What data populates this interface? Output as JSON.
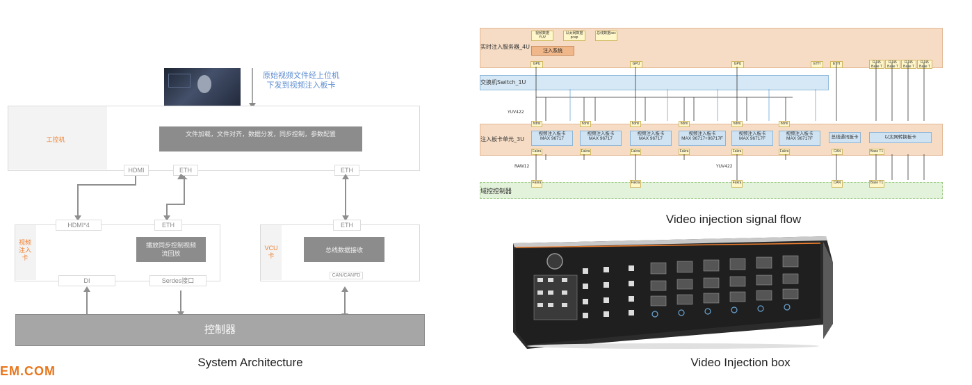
{
  "architecture": {
    "caption": "System Architecture",
    "upload_note": "原始视频文件经上位机下发到视频注入板卡",
    "ipc": {
      "label": "工控机",
      "function": "文件加载，文件对齐，数据分发，同步控制，参数配置",
      "ports": [
        "HDMI",
        "ETH",
        "ETH"
      ]
    },
    "injection_card": {
      "label": "视频注入卡",
      "top_ports": [
        "HDMI*4",
        "ETH"
      ],
      "function": "播放同步控制视频流回放",
      "bottom_ports": [
        "DI",
        "Serdes接口"
      ]
    },
    "vcu_card": {
      "label": "VCU卡",
      "top_port": "ETH",
      "function": "总线数据接收",
      "bottom_port": "CAN/CANFD"
    },
    "controller": "控制器"
  },
  "signal_flow": {
    "caption": "Video injection signal flow",
    "server_label": "实时注入服务器_4U",
    "server_items": [
      "视频数据YUV",
      "以太网数据pcap",
      "总线数据asc"
    ],
    "injection_system": "注入系统",
    "switch_label": "交换机Switch_1U",
    "unit_label": "注入板卡单元_3U",
    "controller_label": "域控控制器",
    "yuv422_top": "YUV422",
    "raw12": "RAW12",
    "yuv422_bottom": "YUV422",
    "gpu": [
      "GPU",
      "GPU",
      "GPU"
    ],
    "eth_ports": [
      "ETH",
      "ETH"
    ],
    "rj45": [
      "RJ45 Base T",
      "RJ45 Base T",
      "RJ45 Base T",
      "RJ45 Base T"
    ],
    "cards": [
      {
        "name": "视频注入板卡",
        "model": "MAX 96717"
      },
      {
        "name": "视频注入板卡",
        "model": "MAX 96717"
      },
      {
        "name": "视频注入板卡",
        "model": "MAX 96717"
      },
      {
        "name": "视频注入板卡",
        "model": "MAX 96717+96717F"
      },
      {
        "name": "视频注入板卡",
        "model": "MAX 96717F"
      },
      {
        "name": "视频注入板卡",
        "model": "MAX 96717F"
      }
    ],
    "bus_card": "总线通讯板卡",
    "eth_card": "以太网转换板卡",
    "hdmi_port": "hdmi",
    "fakra": "Fakra",
    "can": "CAN",
    "base_t1": "Base T1"
  },
  "box": {
    "caption": "Video Injection box"
  },
  "watermark": "EM.COM",
  "colors": {
    "server_bg": "#f6dcc5",
    "switch_bg": "#d6e8f5",
    "controller_bg": "#e3f2da",
    "gray_box": "#8c8c8c",
    "orange_text": "#ef7f2e",
    "watermark": "#e8751a"
  }
}
